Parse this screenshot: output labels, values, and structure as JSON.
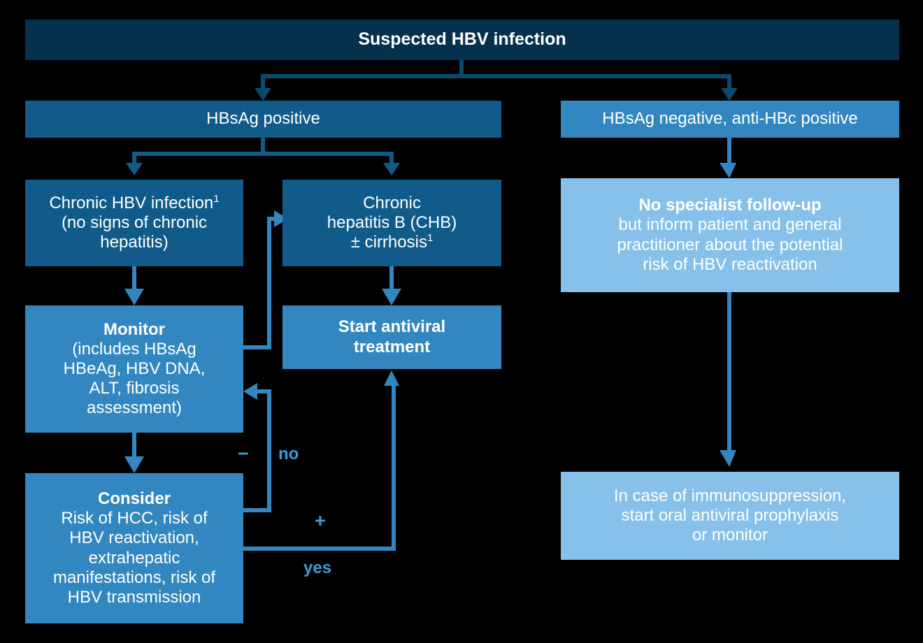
{
  "title": "Suspected HBV infection flowchart",
  "colors": {
    "background": "#000000",
    "header_navy": "#06314c",
    "dark_blue": "#115b8a",
    "mid_blue": "#3387c0",
    "light_blue": "#87c0e8",
    "label_blue": "#3f9bd9",
    "text": "#ffffff"
  },
  "nodes": {
    "header": {
      "label": "Suspected HBV infection"
    },
    "hbsag_positive": {
      "label": "HBsAg positive"
    },
    "hbsag_negative": {
      "label": "HBsAg negative, anti-HBc positive"
    },
    "chronic_infection": {
      "line1": "Chronic HBV infection",
      "sup1": "1",
      "line2": "(no signs of chronic",
      "line3": "hepatitis)"
    },
    "chronic_hepatitis": {
      "line1": "Chronic",
      "line2": "hepatitis B (CHB)",
      "line3": "± cirrhosis",
      "sup1": "1"
    },
    "monitor": {
      "title": "Monitor",
      "line1": "(includes HBsAg",
      "line2": "HBeAg, HBV DNA,",
      "line3": "ALT, fibrosis",
      "line4": "assessment)"
    },
    "start_antiviral": {
      "line1": "Start antiviral",
      "line2": "treatment"
    },
    "consider": {
      "title": "Consider",
      "line1": "Risk of HCC, risk of",
      "line2": "HBV reactivation,",
      "line3": "extrahepatic",
      "line4": "manifestations, risk of",
      "line5": "HBV transmission"
    },
    "no_specialist": {
      "title": "No specialist follow-up",
      "line1": "but inform patient and general",
      "line2": "practitioner about the potential",
      "line3": "risk of HBV reactivation"
    },
    "immunosuppression": {
      "line1": "In case of immunosuppression,",
      "line2": "start oral antiviral prophylaxis",
      "line3": "or monitor"
    }
  },
  "edge_labels": {
    "minus": "−",
    "no": "no",
    "plus": "+",
    "yes": "yes"
  }
}
